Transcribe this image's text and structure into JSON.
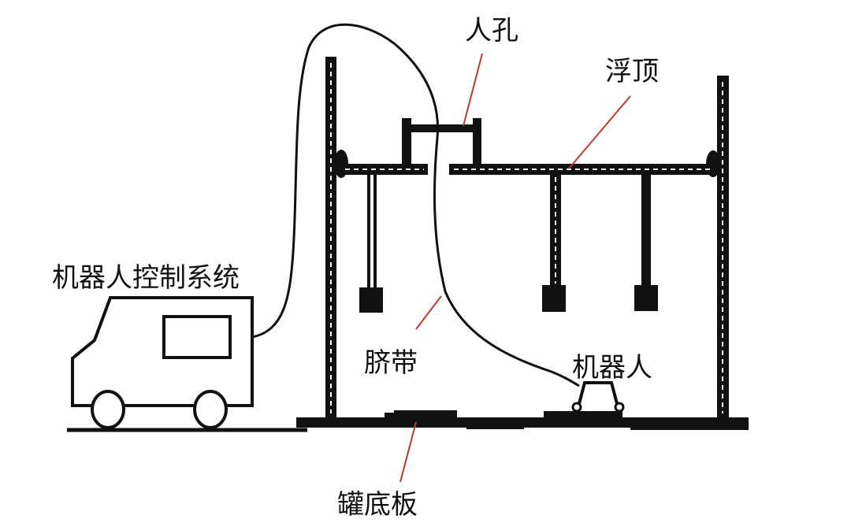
{
  "diagram": {
    "labels": {
      "manhole": "人孔",
      "floating_roof": "浮顶",
      "control_system": "机器人控制系统",
      "umbilical": "脐带",
      "robot": "机器人",
      "tank_bottom": "罐底板"
    },
    "colors": {
      "line": "#111111",
      "leader": "#c0392b",
      "background": "#ffffff"
    }
  }
}
